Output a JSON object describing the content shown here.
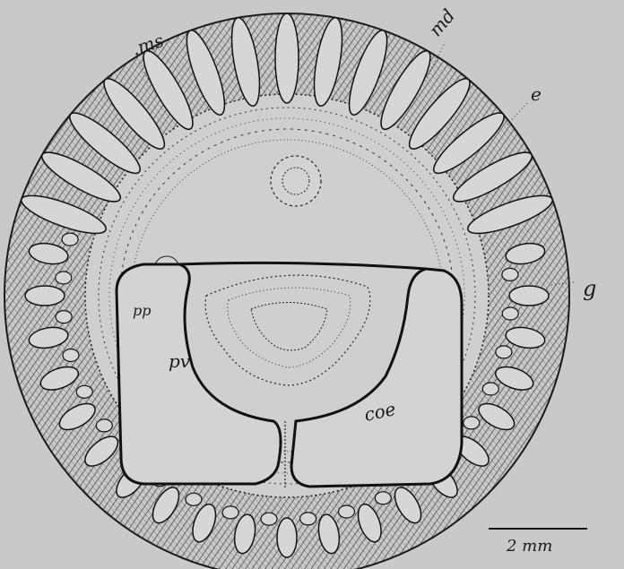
{
  "figure": {
    "labels": {
      "ms": ".ms",
      "md": "md",
      "e": "e",
      "g": "g",
      "pp": "pp",
      "pv": "pv",
      "coe": "coe"
    },
    "scale_bar": "2 mm"
  },
  "colors": {
    "background": "#c9c9c9",
    "ink": "#1a1a1a",
    "fill": "#d3d3d3"
  }
}
